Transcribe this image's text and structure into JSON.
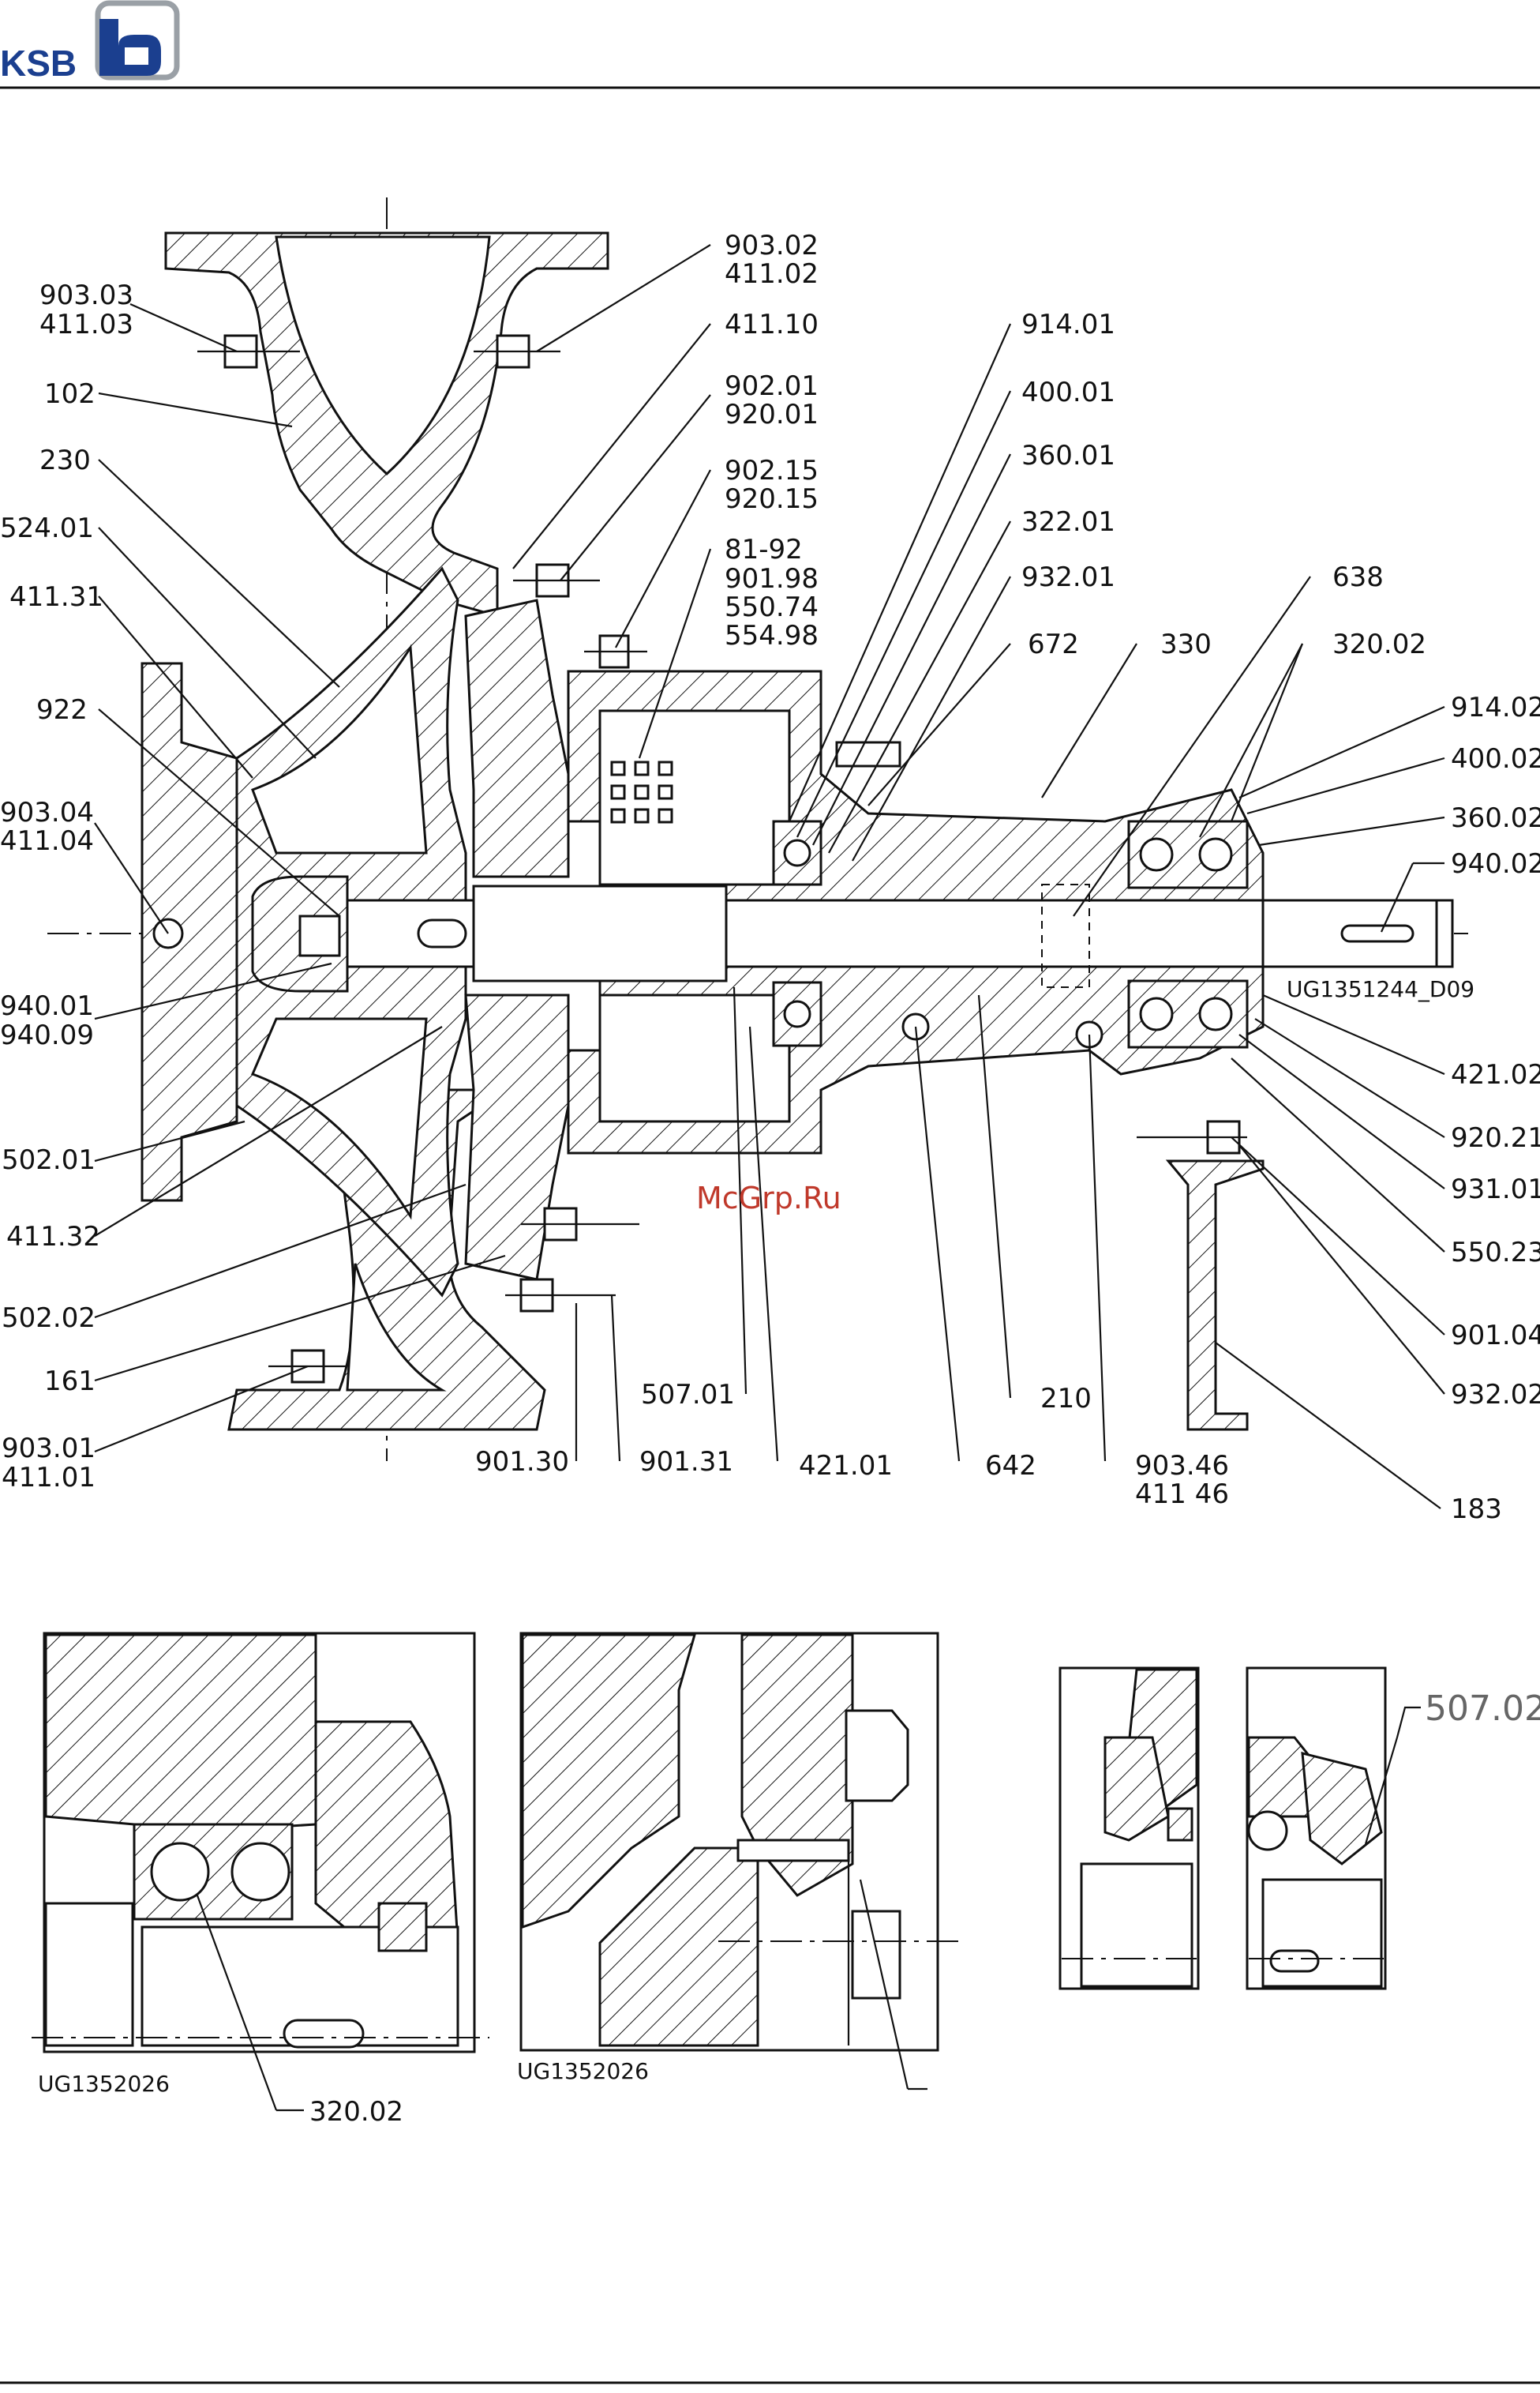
{
  "header": {
    "brand": "KSB"
  },
  "drawing_ids": {
    "main": "UG1351244_D09",
    "detail_1": "UG1352026",
    "detail_2": "UG1352026"
  },
  "watermark": "McGrp.Ru",
  "labels": {
    "l903_03": "903.03",
    "l411_03": "411.03",
    "l102": "102",
    "l230": "230",
    "l524_01": "524.01",
    "l411_31": "411.31",
    "l922": "922",
    "l903_04": "903.04",
    "l411_04": "411.04",
    "l940_01": "940.01",
    "l940_09": "940.09",
    "l502_01": "502.01",
    "l411_32": "411.32",
    "l502_02": "502.02",
    "l161": "161",
    "l903_01": "903.01",
    "l411_01": "411.01",
    "l903_02": "903.02",
    "l411_02": "411.02",
    "l411_10": "411.10",
    "l902_01": "902.01",
    "l920_01": "920.01",
    "l902_15": "902.15",
    "l920_15": "920.15",
    "l81_92": "81-92",
    "l901_98": "901.98",
    "l550_74": "550.74",
    "l554_98": "554.98",
    "l914_01": "914.01",
    "l400_01": "400.01",
    "l360_01": "360.01",
    "l322_01": "322.01",
    "l932_01": "932.01",
    "l672": "672",
    "l330": "330",
    "l638": "638",
    "l320_02": "320.02",
    "l914_02": "914.02",
    "l400_02": "400.02",
    "l360_02": "360.02",
    "l940_02": "940.02",
    "l421_02": "421.02",
    "l920_21": "920.21",
    "l931_01": "931.01",
    "l550_23": "550.23",
    "l901_04": "901.04",
    "l932_02": "932.02",
    "l183": "183",
    "l507_01": "507.01",
    "l901_30": "901.30",
    "l901_31": "901.31",
    "l421_01": "421.01",
    "l642": "642",
    "l210": "210",
    "l903_46": "903.46",
    "l411_46": "411 46",
    "l320_02b": "320.02",
    "l507_02": "507.02"
  }
}
